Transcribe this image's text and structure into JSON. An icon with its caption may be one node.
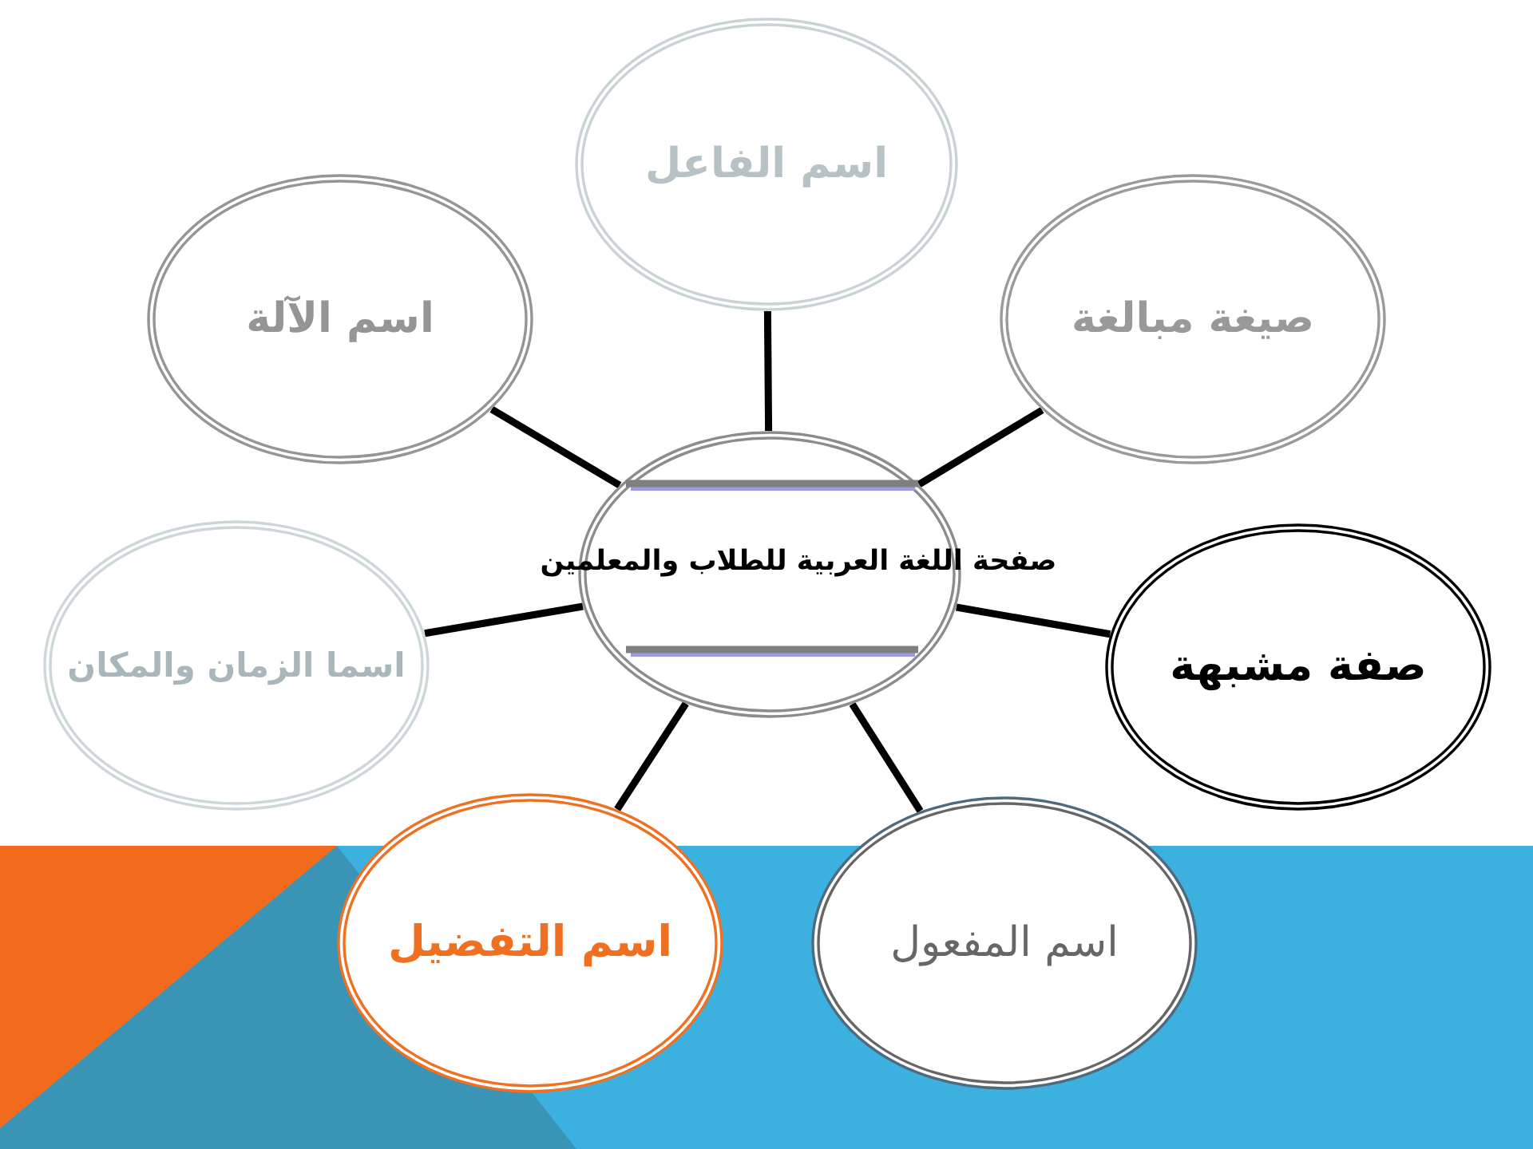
{
  "diagram": {
    "nodes": [
      {
        "text": [
          "صفحة اللغة العربية للطلاب والمعلمين"
        ]
      },
      {
        "text": [
          "اسم الفاعل"
        ]
      },
      {
        "text": [
          "صيغة مبالغة"
        ]
      },
      {
        "text": [
          "صفة مشبهة"
        ]
      },
      {
        "text": [
          "اسم المفعول"
        ]
      },
      {
        "text": [
          "اسم التفضيل"
        ]
      },
      {
        "text": [
          "اسما الزمان والمكان"
        ]
      },
      {
        "text": [
          "اسم الآلة"
        ]
      }
    ],
    "edges": [
      {
        "from": 0,
        "to": 1,
        "arrow": "none"
      },
      {
        "from": 0,
        "to": 2,
        "arrow": "none"
      },
      {
        "from": 0,
        "to": 3,
        "arrow": "none"
      },
      {
        "from": 0,
        "to": 4,
        "arrow": "none"
      },
      {
        "from": 0,
        "to": 5,
        "arrow": "none"
      },
      {
        "from": 0,
        "to": 6,
        "arrow": "none"
      },
      {
        "from": 0,
        "to": 7,
        "arrow": "none"
      }
    ]
  }
}
